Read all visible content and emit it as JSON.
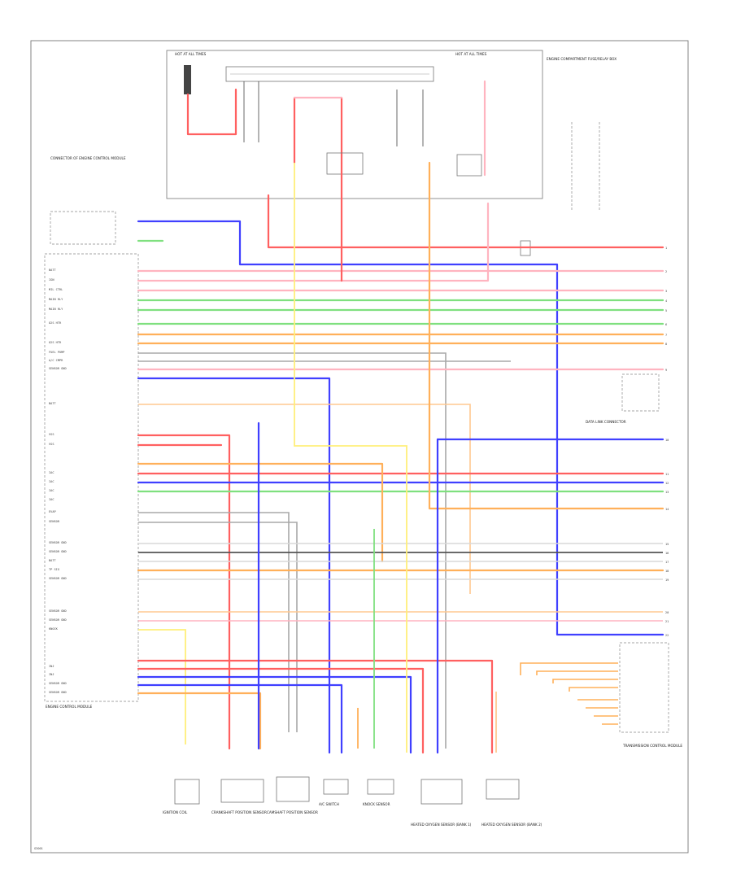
{
  "colors": {
    "red": "#ff6060",
    "pink": "#ffb4c0",
    "blue": "#4040ff",
    "green": "#7fe07f",
    "orange": "#ffb05a",
    "yellow": "#ffef7a",
    "gray": "#a8a8a8",
    "dark": "#555555",
    "light": "#d8d8d8"
  },
  "fuse_box_title": "HOT AT ALL TIMES",
  "fuse_box_title_right": "HOT AT ALL TIMES",
  "fuse_box_label": "ENGINE COMPARTMENT FUSE/RELAY BOX",
  "left_components_label": "CONNECTOR OF ENGINE CONTROL MODULE",
  "ecm_label": "ENGINE CONTROL MODULE",
  "ecm_pins": [
    "BATT",
    "IGN",
    "MIL CTRL",
    "MAIN RLY",
    "MAIN RLY",
    "O2S HTR",
    "O2S HTR",
    "FUEL PUMP",
    "A/C CMPR",
    "SENSOR GND",
    "BATT",
    "",
    "",
    "",
    "VSS",
    "VSS",
    "",
    "",
    "IAC",
    "IAC",
    "IAC",
    "IAC",
    "EVAP",
    "SENSOR",
    "",
    "SENSOR GND",
    "SENSOR GND",
    "BATT",
    "TP SIG",
    "SENSOR GND",
    "",
    "",
    "",
    "SENSOR GND",
    "SENSOR GND",
    "KNOCK",
    "",
    "",
    "INJ",
    "INJ",
    "SENSOR GND",
    "SENSOR GND"
  ],
  "right_connector_label": "DATA LINK CONNECTOR",
  "right_lower_label": "TRANSMISSION CONTROL MODULE",
  "bottom_components": [
    {
      "label": "IGNITION COIL"
    },
    {
      "label": "CRANKSHAFT POSITION SENSOR"
    },
    {
      "label": "CAMSHAFT POSITION SENSOR"
    },
    {
      "label": "A/C SWITCH"
    },
    {
      "label": "KNOCK SENSOR"
    },
    {
      "label": "HEATED OXYGEN SENSOR (BANK 1)"
    },
    {
      "label": "HEATED OXYGEN SENSOR (BANK 2)"
    }
  ],
  "corner_tag": "G3001"
}
